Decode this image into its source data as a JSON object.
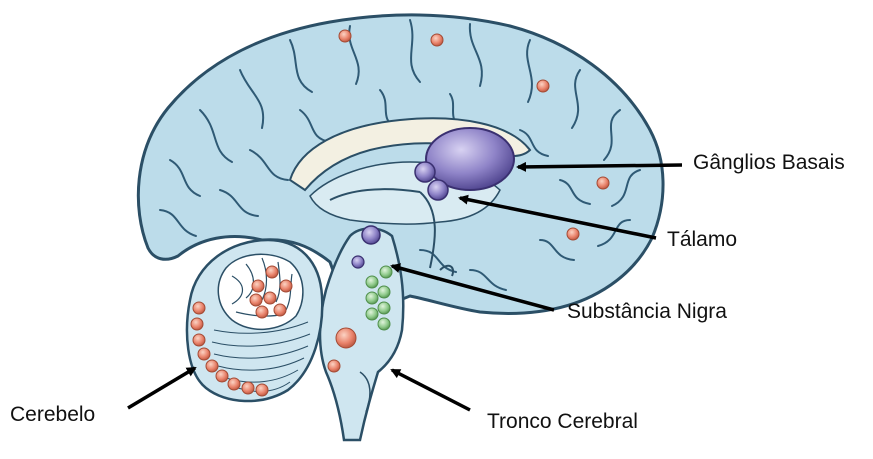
{
  "diagram": {
    "labels": {
      "basal_ganglia": "Gânglios Basais",
      "thalamus": "Tálamo",
      "substantia_nigra": "Substância Nigra",
      "cerebellum": "Cerebelo",
      "brainstem": "Tronco Cerebral"
    },
    "colors": {
      "cortex": "#bcdcea",
      "outline": "#2b4f66",
      "sulci": "#2f5a75",
      "corpus_callosum": "#f3f0e2",
      "brainstem": "#cfe6f0",
      "lewy_dots_orange": "#e9826a",
      "lewy_dots_purple": "#8f84c8",
      "lewy_dots_green": "#8ec98a",
      "arrow": "#000000"
    }
  }
}
